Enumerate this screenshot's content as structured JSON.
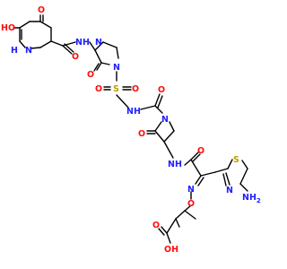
{
  "colors": {
    "O": "#ff0d0d",
    "N": "#2020ff",
    "S": "#b8a100",
    "C": "#000000",
    "background": "#ffffff"
  },
  "atom_labels": {
    "o_ketone": "O",
    "ho_pyridone": "HO",
    "nh_pyridone": "N",
    "nh_pyridone_h": "H",
    "o_amide1": "O",
    "nh_amide1": "NH",
    "n_imid_1": "N",
    "n_imid_3": "N",
    "o_imid": "O",
    "s_sulfonyl": "S",
    "o_sulf_1": "O",
    "o_sulf_2": "O",
    "nh_sulf": "NH",
    "o_carbonyl": "O",
    "n_azetidine": "N",
    "o_azetidine": "O",
    "nh_amide2": "NH",
    "o_amide2": "O",
    "s_thiazole": "S",
    "n_thiazole": "N",
    "nh2_thiazole": "NH2",
    "n_oxime": "N",
    "o_oxime": "O",
    "o_acid": "O",
    "oh_acid": "OH"
  }
}
